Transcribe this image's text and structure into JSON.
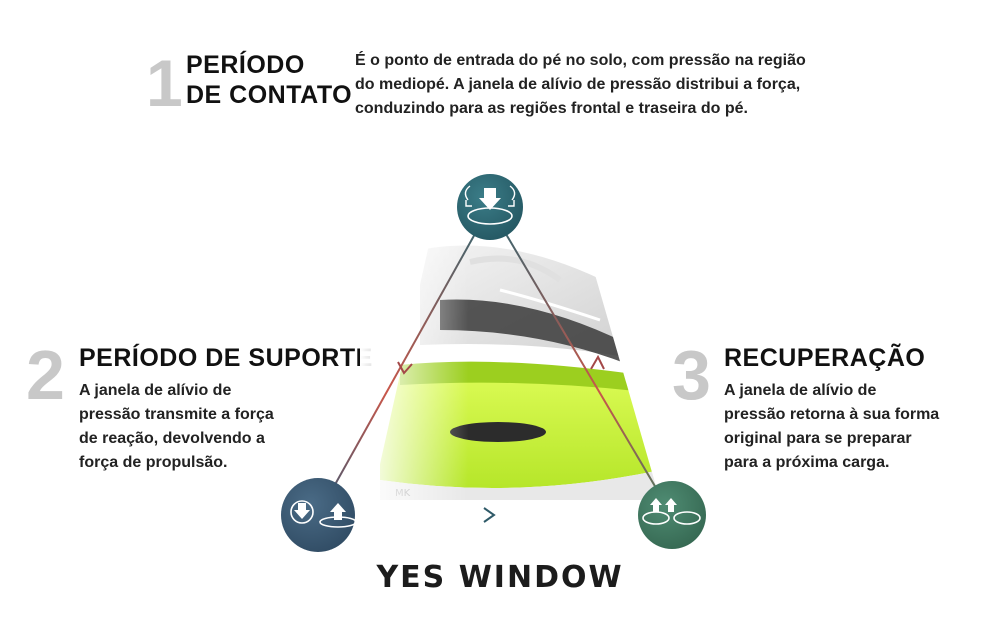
{
  "step1": {
    "number": "1",
    "title_lines": [
      "PERÍODO",
      "DE CONTATO"
    ],
    "desc_lines": [
      "É o ponto de entrada do pé no solo, com pressão na região",
      "do mediopé. A janela de alívio de pressão distribui a força,",
      "conduzindo para as regiões frontal e traseira do pé."
    ]
  },
  "step2": {
    "number": "2",
    "title": "PERÍODO DE SUPORTE",
    "desc_lines": [
      "A janela de alívio de",
      "pressão transmite a força",
      "de reação, devolvendo a",
      "força de propulsão."
    ]
  },
  "step3": {
    "number": "3",
    "title": "RECUPERAÇÃO",
    "desc_lines": [
      "A janela de alívio de",
      "pressão retorna à sua forma",
      "original para se preparar",
      "para a próxima carga."
    ]
  },
  "brand": "YES WINDOW",
  "icons": {
    "top": "contact-pressure-icon",
    "left": "support-pressure-icon",
    "right": "recovery-icon"
  },
  "colors": {
    "node_top": "#2c6672",
    "node_left": "#3b5a74",
    "node_right": "#3f7a62",
    "neon": "#c8f23a",
    "number_gray": "#c8c8c8"
  }
}
